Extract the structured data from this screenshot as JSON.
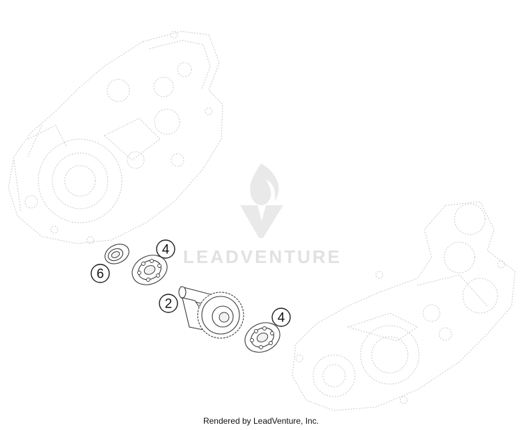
{
  "callouts": [
    {
      "id": "callout-6a",
      "label": "6"
    },
    {
      "id": "callout-4a",
      "label": "4"
    },
    {
      "id": "callout-2",
      "label": "2"
    },
    {
      "id": "callout-4b",
      "label": "4"
    }
  ],
  "watermark": {
    "text": "LEADVENTURE"
  },
  "footer": {
    "text": "Rendered by LeadVenture, Inc."
  }
}
